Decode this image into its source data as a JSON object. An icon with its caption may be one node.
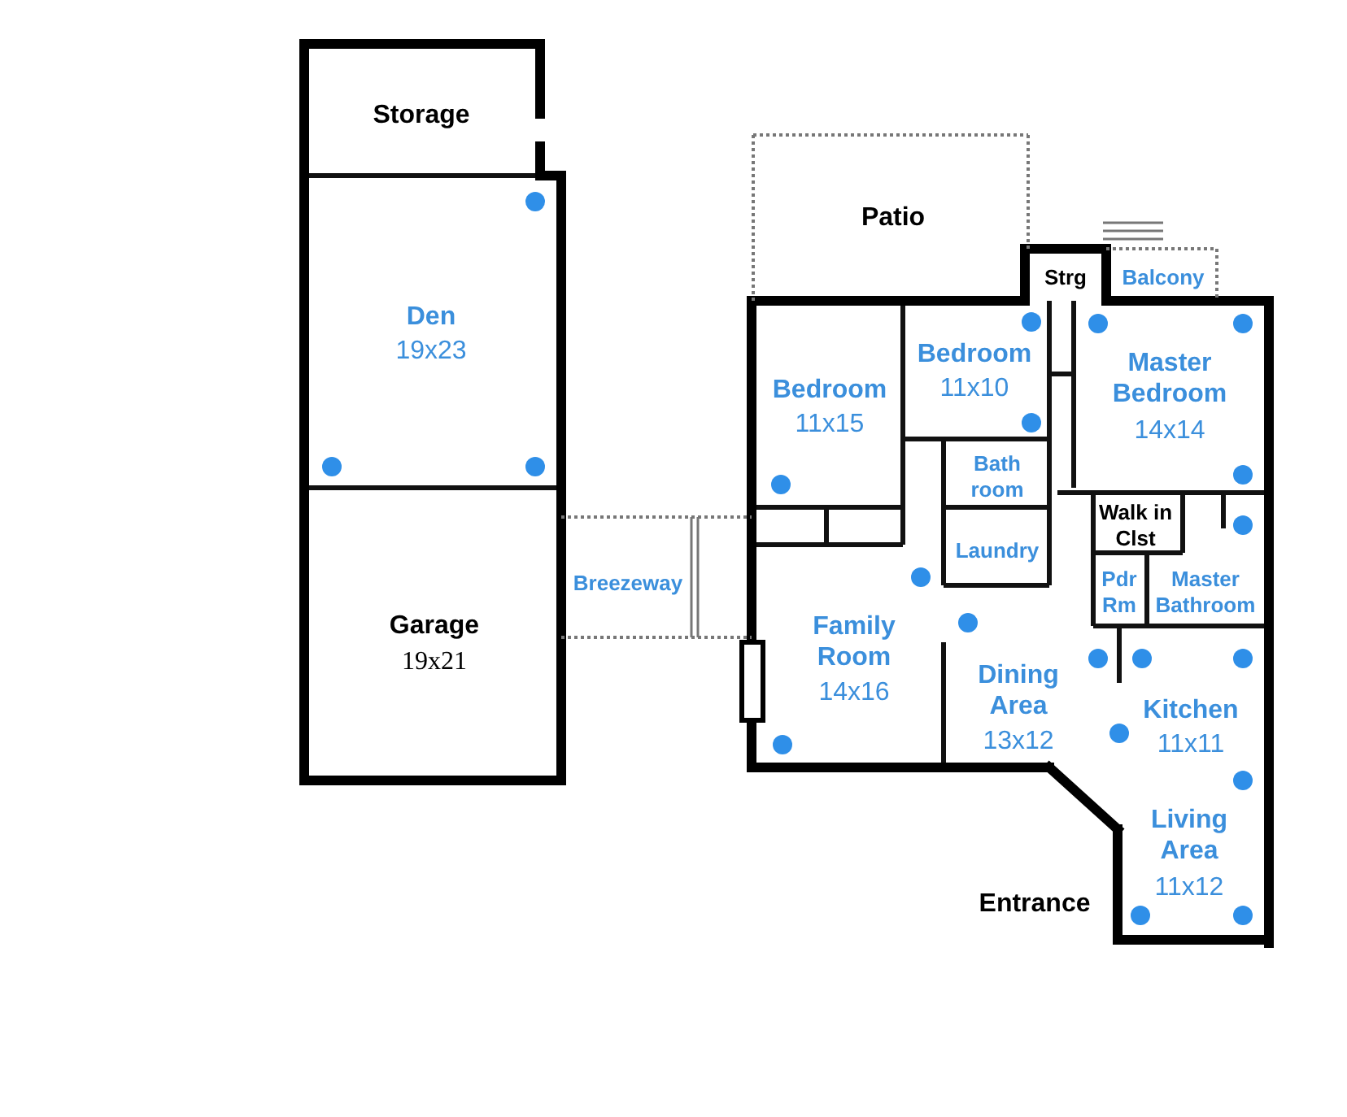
{
  "diagram": {
    "labels": [
      "Storage",
      "Den",
      "19x23",
      "Patio",
      "Strg",
      "Balcony",
      "Bedroom",
      "11x10",
      "Master Bedroom",
      "14x14",
      "Bedroom",
      "11x15",
      "Bath room",
      "Walk in Clst",
      "Laundry",
      "Breezeway",
      "Pdr Rm",
      "Master Bathroom",
      "Garage",
      "19x21",
      "Family Room",
      "14x16",
      "Dining Area",
      "13x12",
      "Kitchen",
      "11x11",
      "Living Area",
      "11x12",
      "Entrance"
    ]
  }
}
